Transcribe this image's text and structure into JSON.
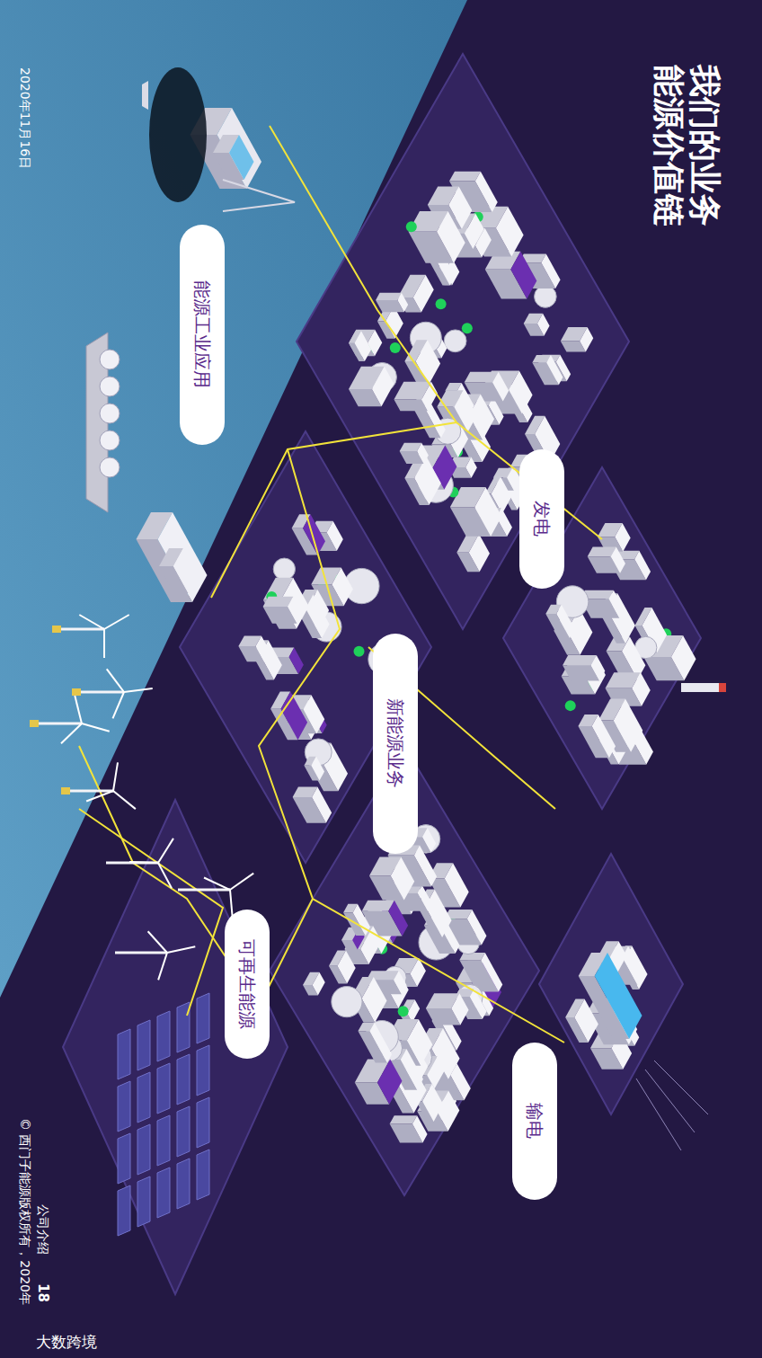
{
  "diagram": {
    "title": "我们的业务 能源价值链",
    "nodes": [
      {
        "text": [
          "能源工业应用"
        ]
      },
      {
        "text": [
          "发电"
        ]
      },
      {
        "text": [
          "新能源业务"
        ]
      },
      {
        "text": [
          "可再生能源"
        ]
      },
      {
        "text": [
          "输电"
        ]
      }
    ],
    "labels": [
      "2020年11月16日",
      "公司介绍",
      "18",
      "© 西门子能源版权所有，2020年",
      "大数跨境"
    ]
  }
}
